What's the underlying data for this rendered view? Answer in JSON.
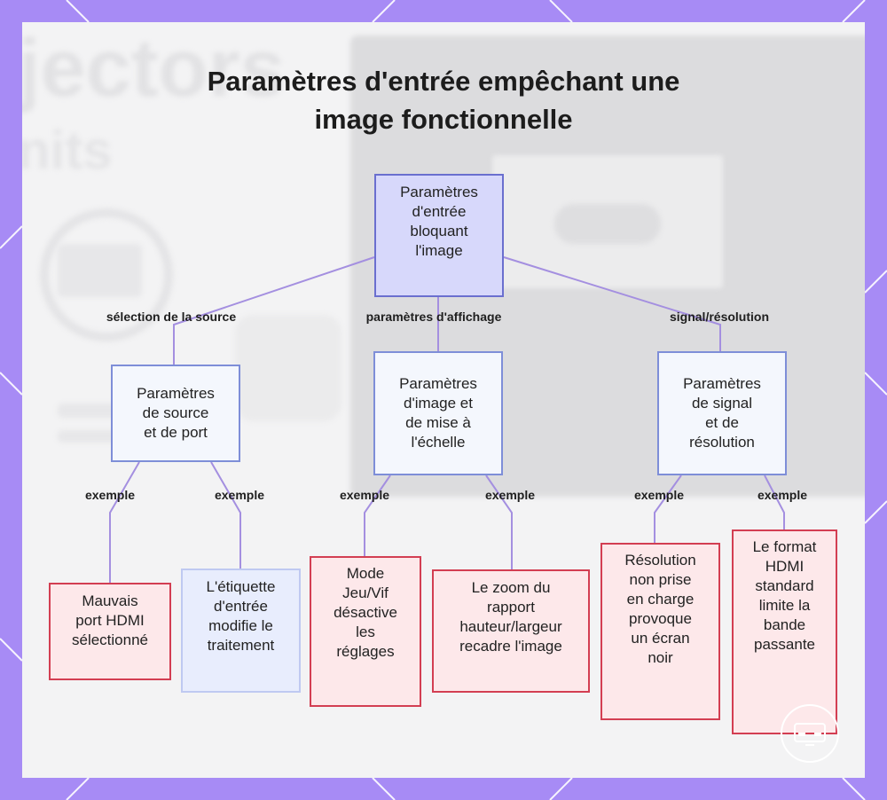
{
  "title_lines": [
    "Paramètres d'entrée empêchant une",
    "image fonctionnelle"
  ],
  "background_text": {
    "word1": "jectors",
    "word2": "nits"
  },
  "nodes": {
    "root": [
      "Paramètres",
      "d'entrée",
      "bloquant",
      "l'image"
    ],
    "source": [
      "Paramètres",
      "de source",
      "et de port"
    ],
    "display": [
      "Paramètres",
      "d'image et",
      "de mise à",
      "l'échelle"
    ],
    "signal": [
      "Paramètres",
      "de signal",
      "et de",
      "résolution"
    ],
    "leaf_hdmi_port": [
      "Mauvais",
      "port HDMI",
      "sélectionné"
    ],
    "leaf_label": [
      "L'étiquette",
      "d'entrée",
      "modifie le",
      "traitement"
    ],
    "leaf_game_mode": [
      "Mode",
      "Jeu/Vif",
      "désactive",
      "les",
      "réglages"
    ],
    "leaf_zoom": [
      "Le zoom du",
      "rapport",
      "hauteur/largeur",
      "recadre l'image"
    ],
    "leaf_resolution": [
      "Résolution",
      "non prise",
      "en charge",
      "provoque",
      "un écran",
      "noir"
    ],
    "leaf_hdmi_format": [
      "Le format",
      "HDMI",
      "standard",
      "limite la",
      "bande",
      "passante"
    ]
  },
  "edge_labels": {
    "source": "sélection de la source",
    "display": "paramètres d'affichage",
    "signal": "signal/résolution",
    "example": "exemple"
  },
  "colors": {
    "frame": "#a78bf5",
    "edge": "#a48fe0",
    "root_fill": "#d7d8fb",
    "mid_border": "#7e8ed8",
    "leaf_red_border": "#d33e52",
    "leaf_red_fill": "#fde8ea"
  }
}
